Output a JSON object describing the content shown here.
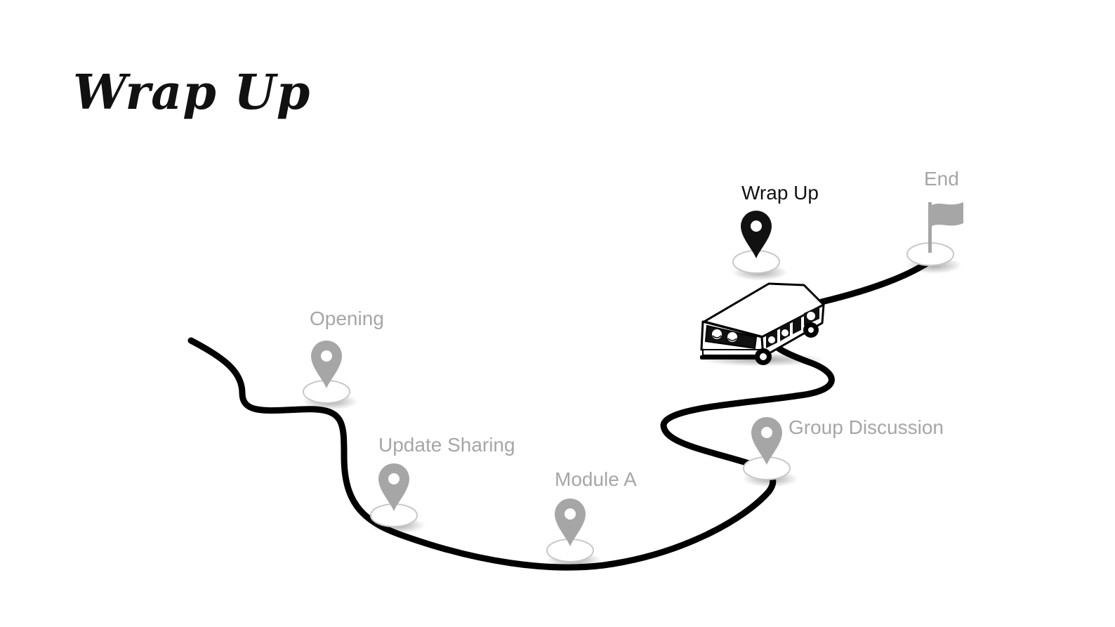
{
  "slide": {
    "title": "Wrap Up"
  },
  "journey": {
    "stops": [
      {
        "id": "opening",
        "label": "Opening",
        "state": "visited"
      },
      {
        "id": "update-sharing",
        "label": "Update Sharing",
        "state": "visited"
      },
      {
        "id": "module-a",
        "label": "Module A",
        "state": "visited"
      },
      {
        "id": "group-discussion",
        "label": "Group Discussion",
        "state": "visited"
      },
      {
        "id": "wrap-up",
        "label": "Wrap Up",
        "state": "current"
      },
      {
        "id": "end",
        "label": "End",
        "state": "upcoming"
      }
    ],
    "vehicle": "van-icon",
    "finish_icon": "flag-icon",
    "colors": {
      "road": "#000000",
      "current_pin": "#111111",
      "other_pin": "#a6a6a6",
      "current_text": "#111111",
      "other_text": "#a6a6a6"
    }
  }
}
